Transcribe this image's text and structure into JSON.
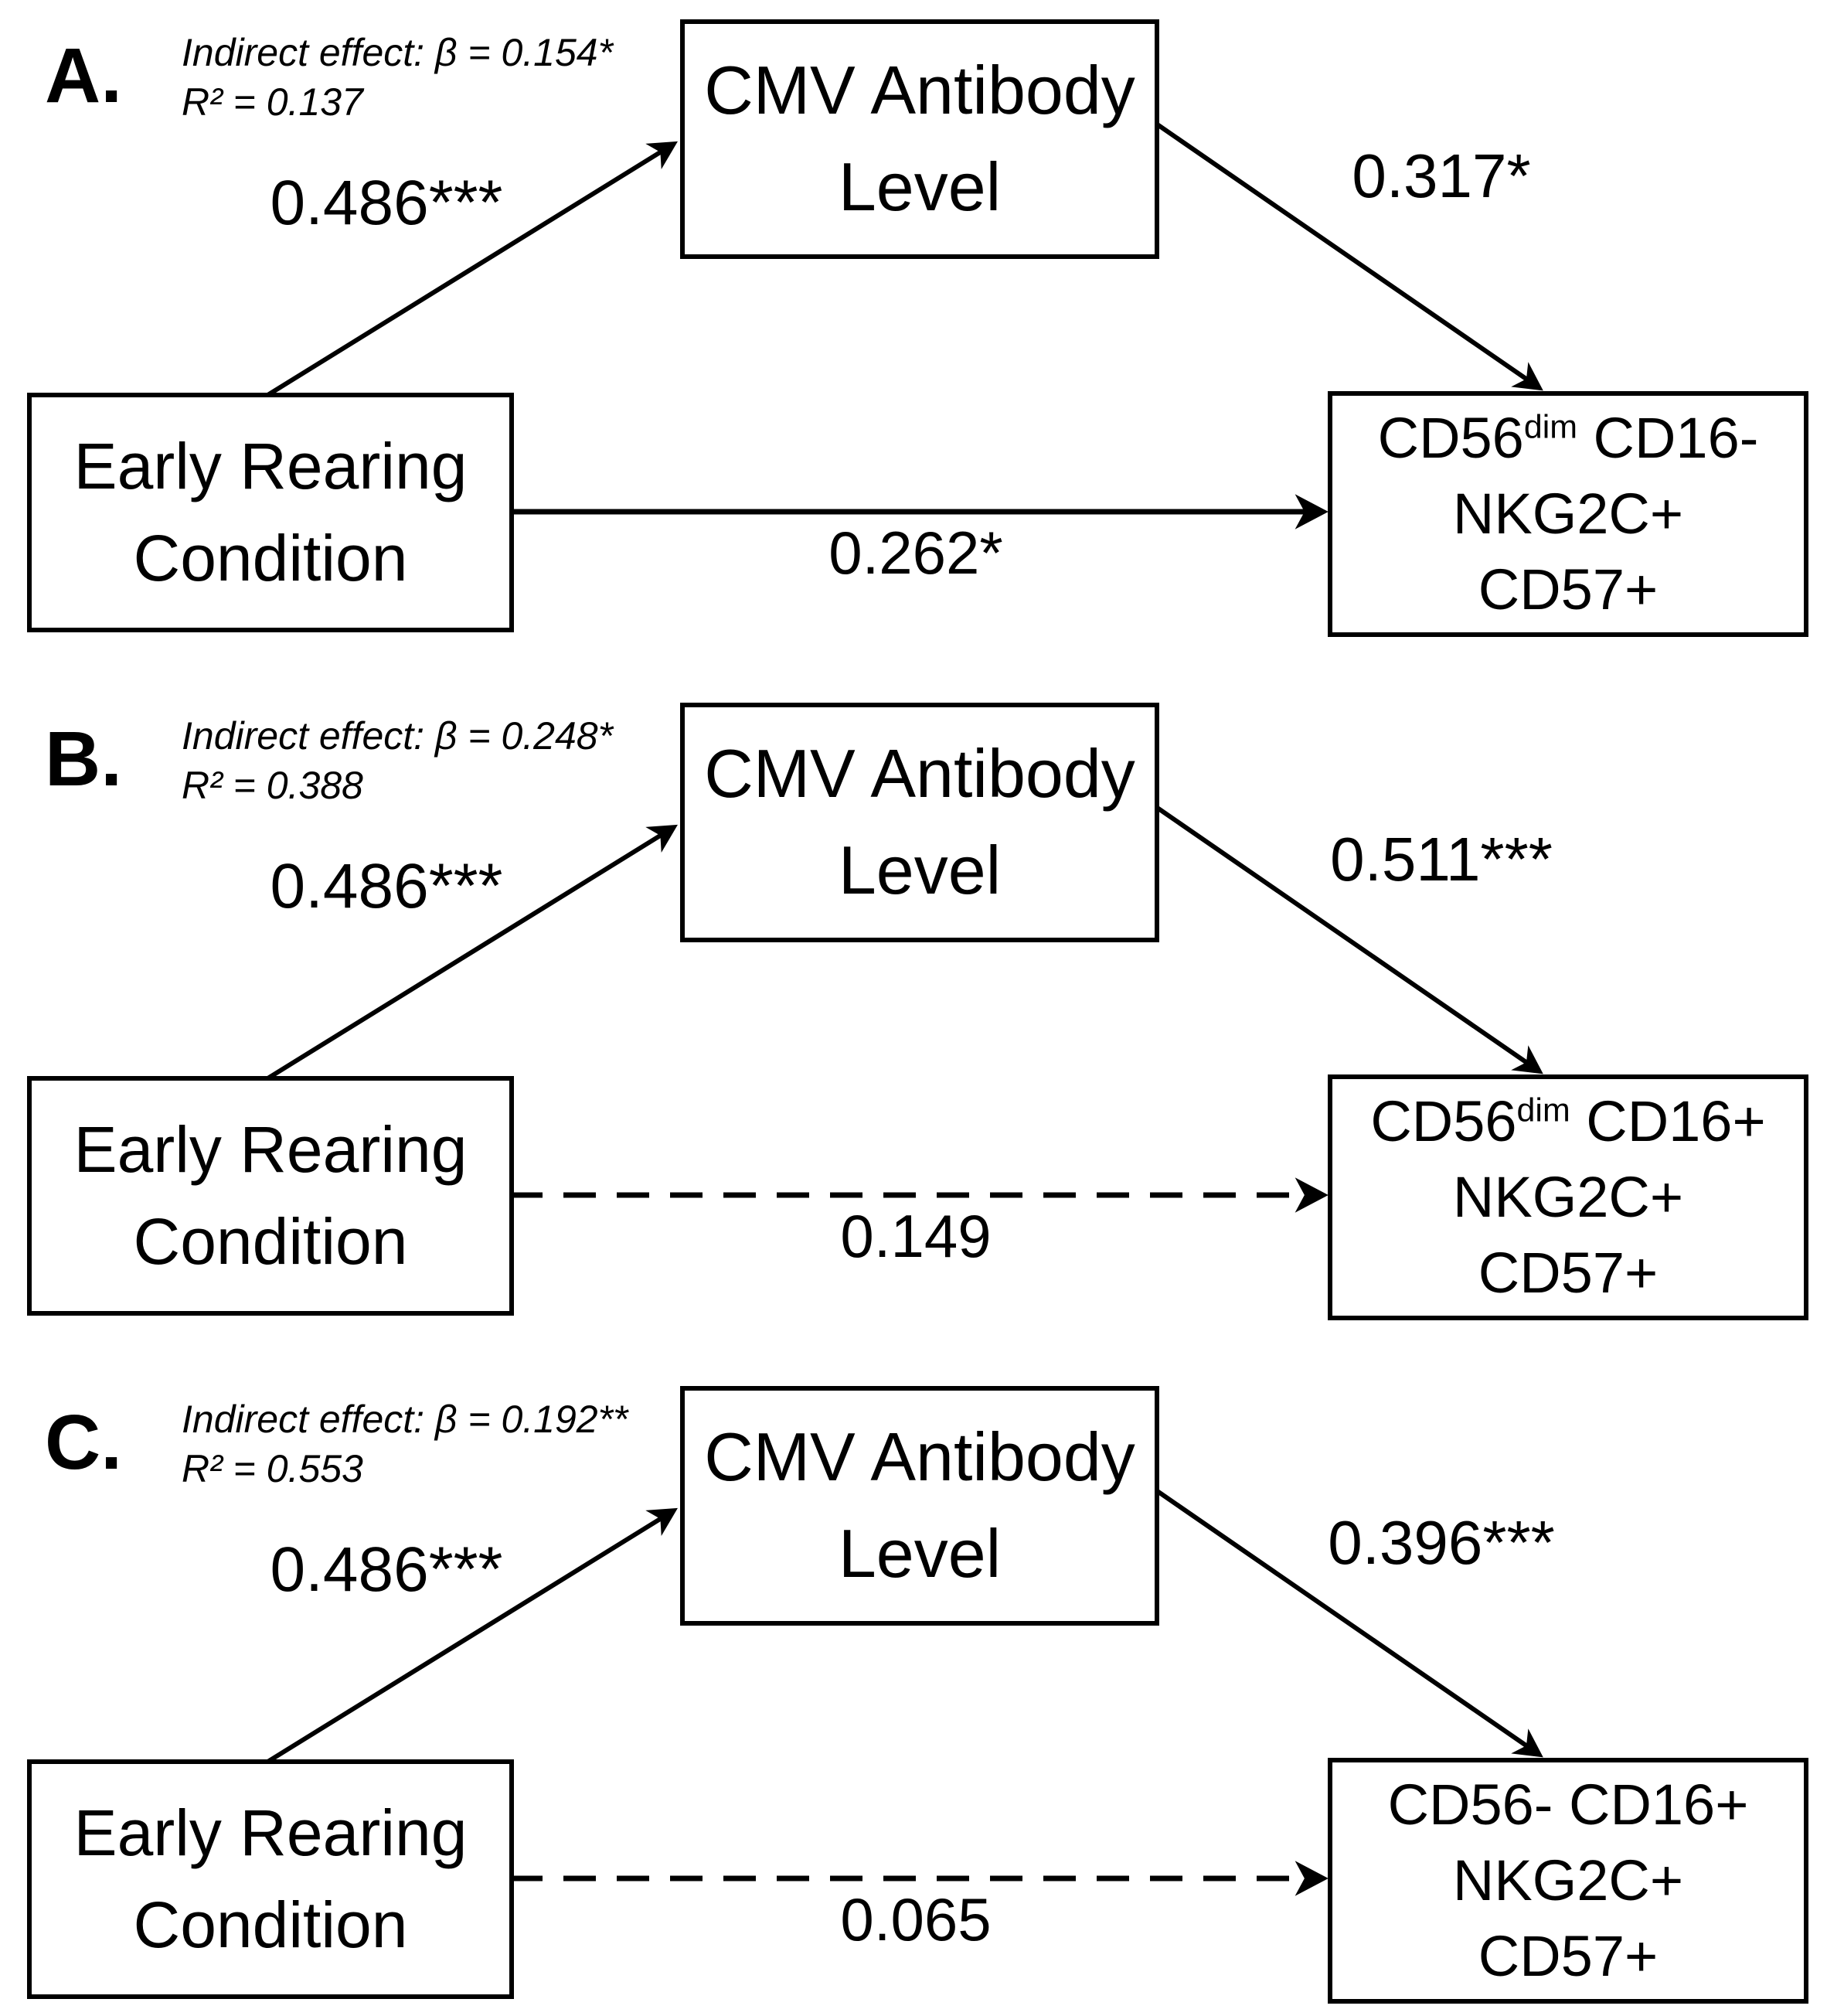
{
  "figure": {
    "background_color": "#ffffff",
    "line_color": "#000000",
    "text_color": "#000000"
  },
  "panels": [
    {
      "letter": "A.",
      "indirect_effect": "Indirect effect: β = 0.154*",
      "r_squared": "R² = 0.137",
      "predictor_box": {
        "line1": "Early Rearing",
        "line2": "Condition"
      },
      "mediator_box": {
        "line1": "CMV Antibody",
        "line2": "Level"
      },
      "outcome_box": {
        "line1_base": "CD56",
        "line1_sup": "dim",
        "line1_rest": " CD16-",
        "line2": "NKG2C+",
        "line3": "CD57+"
      },
      "path_a_coefficient": "0.486***",
      "path_b_coefficient": "0.317*",
      "direct_path_coefficient": "0.262*",
      "direct_path_style": "solid"
    },
    {
      "letter": "B.",
      "indirect_effect": "Indirect effect: β = 0.248*",
      "r_squared": "R² = 0.388",
      "predictor_box": {
        "line1": "Early Rearing",
        "line2": "Condition"
      },
      "mediator_box": {
        "line1": "CMV Antibody",
        "line2": "Level"
      },
      "outcome_box": {
        "line1_base": "CD56",
        "line1_sup": "dim",
        "line1_rest": " CD16+",
        "line2": "NKG2C+",
        "line3": "CD57+"
      },
      "path_a_coefficient": "0.486***",
      "path_b_coefficient": "0.511***",
      "direct_path_coefficient": "0.149",
      "direct_path_style": "dashed"
    },
    {
      "letter": "C.",
      "indirect_effect": "Indirect effect: β = 0.192**",
      "r_squared": "R² = 0.553",
      "predictor_box": {
        "line1": "Early Rearing",
        "line2": "Condition"
      },
      "mediator_box": {
        "line1": "CMV Antibody",
        "line2": "Level"
      },
      "outcome_box": {
        "line1_base": "CD56- ",
        "line1_sup": "",
        "line1_rest": "CD16+",
        "line2": "NKG2C+",
        "line3": "CD57+"
      },
      "path_a_coefficient": "0.486***",
      "path_b_coefficient": "0.396***",
      "direct_path_coefficient": "0.065",
      "direct_path_style": "dashed"
    }
  ]
}
